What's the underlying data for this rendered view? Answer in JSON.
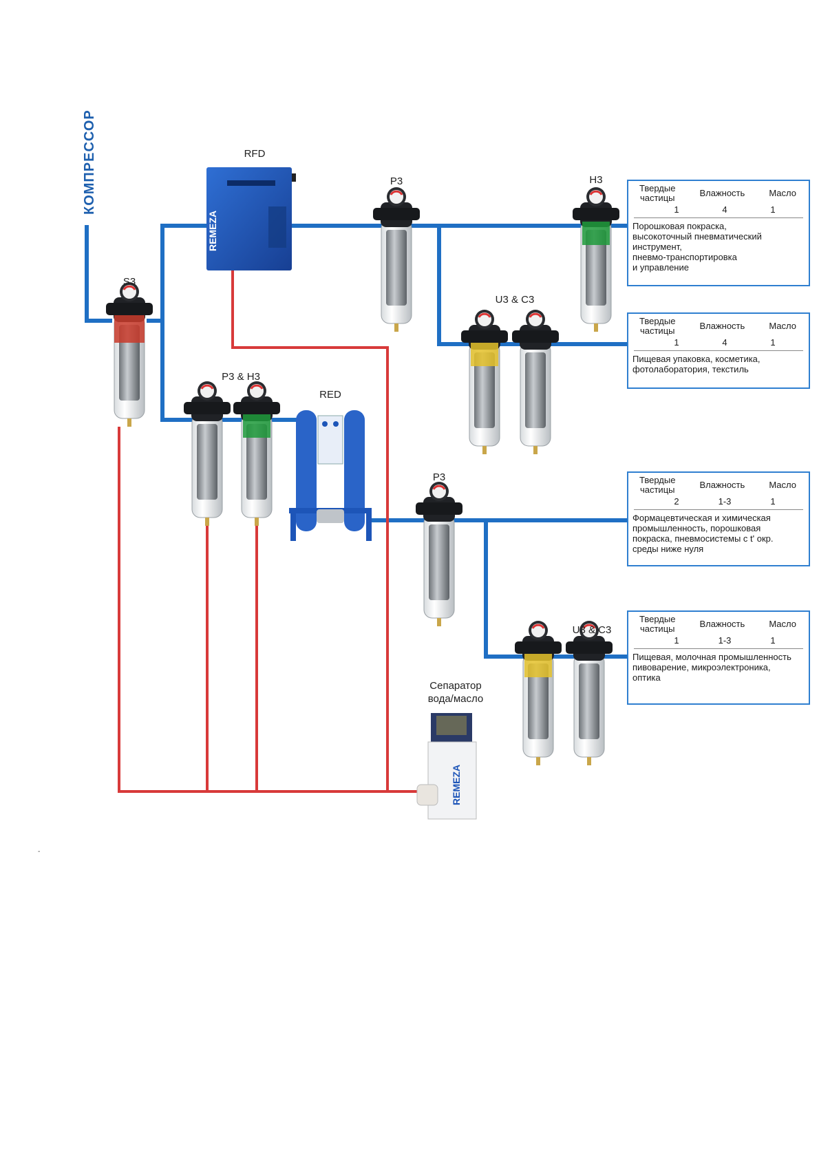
{
  "labels": {
    "compressor": "КОМПРЕССОР",
    "rfd": "RFD",
    "s3": "S3",
    "p3_top": "P3",
    "h3_top": "H3",
    "u3c3_top": "U3 & C3",
    "p3h3": "P3 & H3",
    "red": "RED",
    "p3_mid": "P3",
    "u3c3_bottom": "U3 & C3",
    "separator_line1": "Сепаратор",
    "separator_line2": "вода/масло",
    "brand": "REMEZA"
  },
  "table_headers": {
    "solids_line1": "Твердые",
    "solids_line2": "частицы",
    "moisture": "Влажность",
    "oil": "Масло"
  },
  "boxes": [
    {
      "solids": "1",
      "moisture": "4",
      "oil": "1",
      "description_lines": [
        "Порошковая покраска,",
        "высокоточный пневматический",
        "инструмент,",
        "пневмо-транспортировка",
        "и управление"
      ]
    },
    {
      "solids": "1",
      "moisture": "4",
      "oil": "1",
      "description_lines": [
        "Пищевая упаковка, косметика,",
        "фотолаборатория, текстиль"
      ]
    },
    {
      "solids": "2",
      "moisture": "1-3",
      "oil": "1",
      "description_lines": [
        "Формацевтическая и химическая",
        "промышленность, порошковая",
        "покраска, пневмосистемы с t' окр.",
        "среды ниже нуля"
      ]
    },
    {
      "solids": "1",
      "moisture": "1-3",
      "oil": "1",
      "description_lines": [
        "Пищевая, молочная промышленность",
        "пивоварение, микроэлектроника,",
        "оптика"
      ]
    }
  ],
  "footer_mark": "-",
  "colors": {
    "air_line": "#1f6fc4",
    "drain_line": "#d83a3a",
    "equipment_blue": "#1d55b8",
    "box_border": "#2f7fd0"
  }
}
